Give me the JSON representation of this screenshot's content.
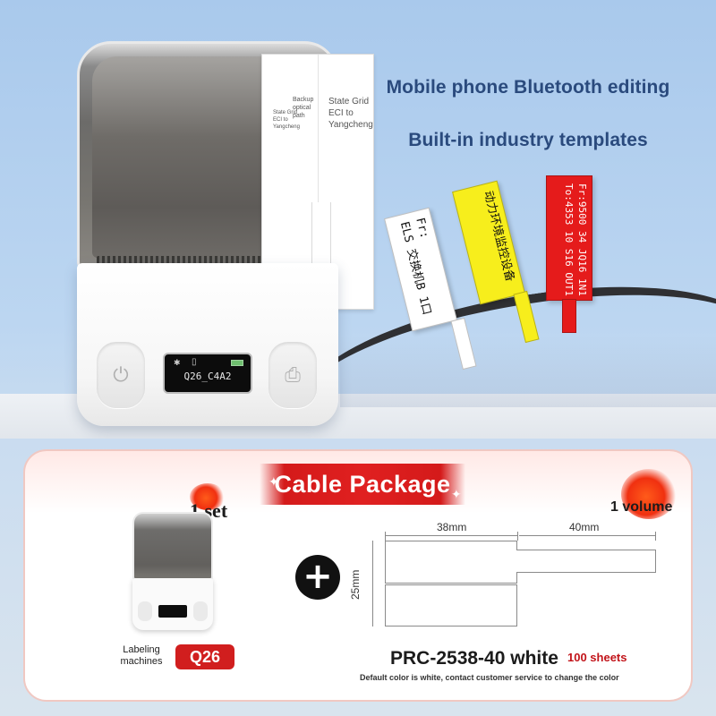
{
  "headlines": {
    "line1": "Mobile phone Bluetooth editing",
    "line2": "Built-in industry templates"
  },
  "printer": {
    "screen_text": "Q26_C4A2",
    "paper_left_lines": [
      "State Grid",
      "ECI to",
      "Yangcheng"
    ],
    "paper_mid_lines": [
      "Backup",
      "optical",
      "path"
    ],
    "paper_right_lines": [
      "State Grid",
      "ECI to",
      "Yangcheng"
    ]
  },
  "tags": [
    {
      "color": "#ffffff",
      "text_line1": "Fr:",
      "text_line2": "ELS 交换机B 1口"
    },
    {
      "color": "#f7ee1c",
      "text_line1": "动力环境监控设备",
      "text_line2": ""
    },
    {
      "color": "#e51b1b",
      "text_line1": "Fr:9500 34 JQ16 1N1",
      "text_line2": "To:4353 10 S16 OUT1"
    }
  ],
  "package": {
    "banner": "Cable Package",
    "set_qty": "1 set",
    "volume_qty": "1 volume",
    "machine_caption_line1": "Labeling",
    "machine_caption_line2": "machines",
    "model": "Q26",
    "dim_width_a": "38mm",
    "dim_width_b": "40mm",
    "dim_height": "25mm",
    "product_name": "PRC-2538-40 white",
    "sheets": "100 sheets",
    "footnote": "Default color is white, contact customer service to change the color"
  },
  "colors": {
    "accent_red": "#d41a1a",
    "headline_blue": "#2a4a7d"
  },
  "icons": {
    "power": "power-icon",
    "print": "print-icon",
    "bluetooth": "bluetooth-icon",
    "battery": "battery-icon",
    "plus": "plus-icon"
  }
}
